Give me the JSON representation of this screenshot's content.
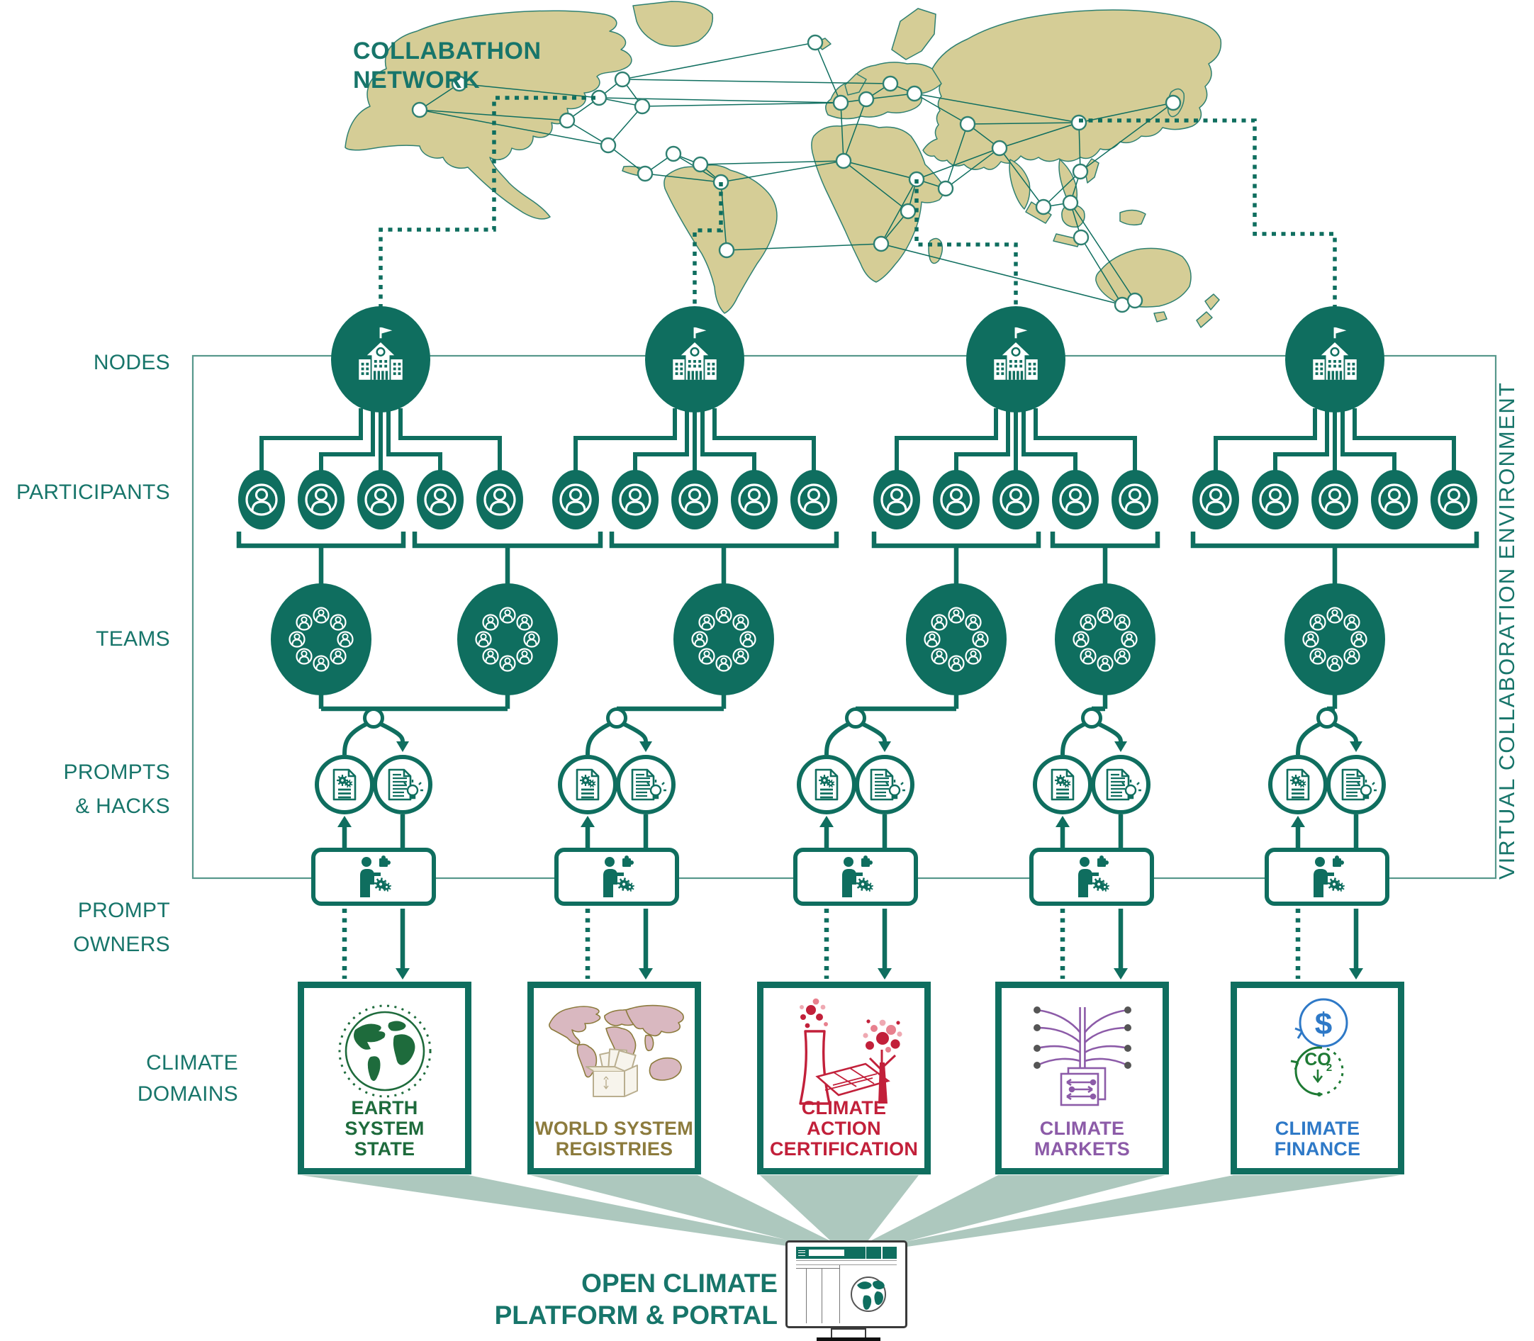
{
  "diagram_title": {
    "line1": "COLLABATHON",
    "line2": "NETWORK"
  },
  "environment_label": "VIRTUAL COLLABORATION ENVIRONMENT",
  "row_labels": {
    "nodes": "NODES",
    "participants": "PARTICIPANTS",
    "teams": "TEAMS",
    "prompts_hacks": [
      "PROMPTS",
      "& HACKS"
    ],
    "prompt_owners": [
      "PROMPT",
      "OWNERS"
    ],
    "climate_domains": [
      "CLIMATE",
      "DOMAINS"
    ]
  },
  "structure": {
    "node_count": 4,
    "participants_per_node": 5,
    "team_count": 6,
    "prompt_hack_pair_count": 5,
    "prompt_owner_count": 5,
    "climate_domain_count": 5
  },
  "climate_domains": [
    {
      "label_lines": [
        "EARTH",
        "SYSTEM",
        "STATE"
      ],
      "color": "#1E6B3C",
      "icon": "globe-earth-icon"
    },
    {
      "label_lines": [
        "WORLD SYSTEM",
        "REGISTRIES"
      ],
      "color": "#8C7B3D",
      "icon": "world-map-archive-icon"
    },
    {
      "label_lines": [
        "CLIMATE ACTION",
        "CERTIFICATION"
      ],
      "color": "#C2203A",
      "icon": "power-plant-solar-tree-icon"
    },
    {
      "label_lines": [
        "CLIMATE",
        "MARKETS"
      ],
      "color": "#8C5BA8",
      "icon": "market-network-icon"
    },
    {
      "label_lines": [
        "CLIMATE",
        "FINANCE"
      ],
      "color": "#2E79C7",
      "icon": "dollar-co2-cycle-icon",
      "dollar_glyph": "$",
      "co2_glyph": "CO",
      "co2_sub": "2"
    }
  ],
  "platform_label": {
    "line1": "OPEN CLIMATE",
    "line2": "PLATFORM & PORTAL"
  },
  "colors": {
    "teal": "#0F6E5F",
    "teal_text": "#17756A",
    "map_land": "#D5CD96",
    "map_stroke": "#2F8071",
    "beam": "#ADC8BE",
    "vce_border": "#57988B",
    "domain_colors": [
      "#1E6B3C",
      "#8C7B3D",
      "#C2203A",
      "#8C5BA8",
      "#2E79C7"
    ],
    "monitor_tabs": [
      "#157A4C",
      "#9A8136",
      "#C52B2B",
      "#8B6CB0",
      "#5B9BD5"
    ]
  }
}
